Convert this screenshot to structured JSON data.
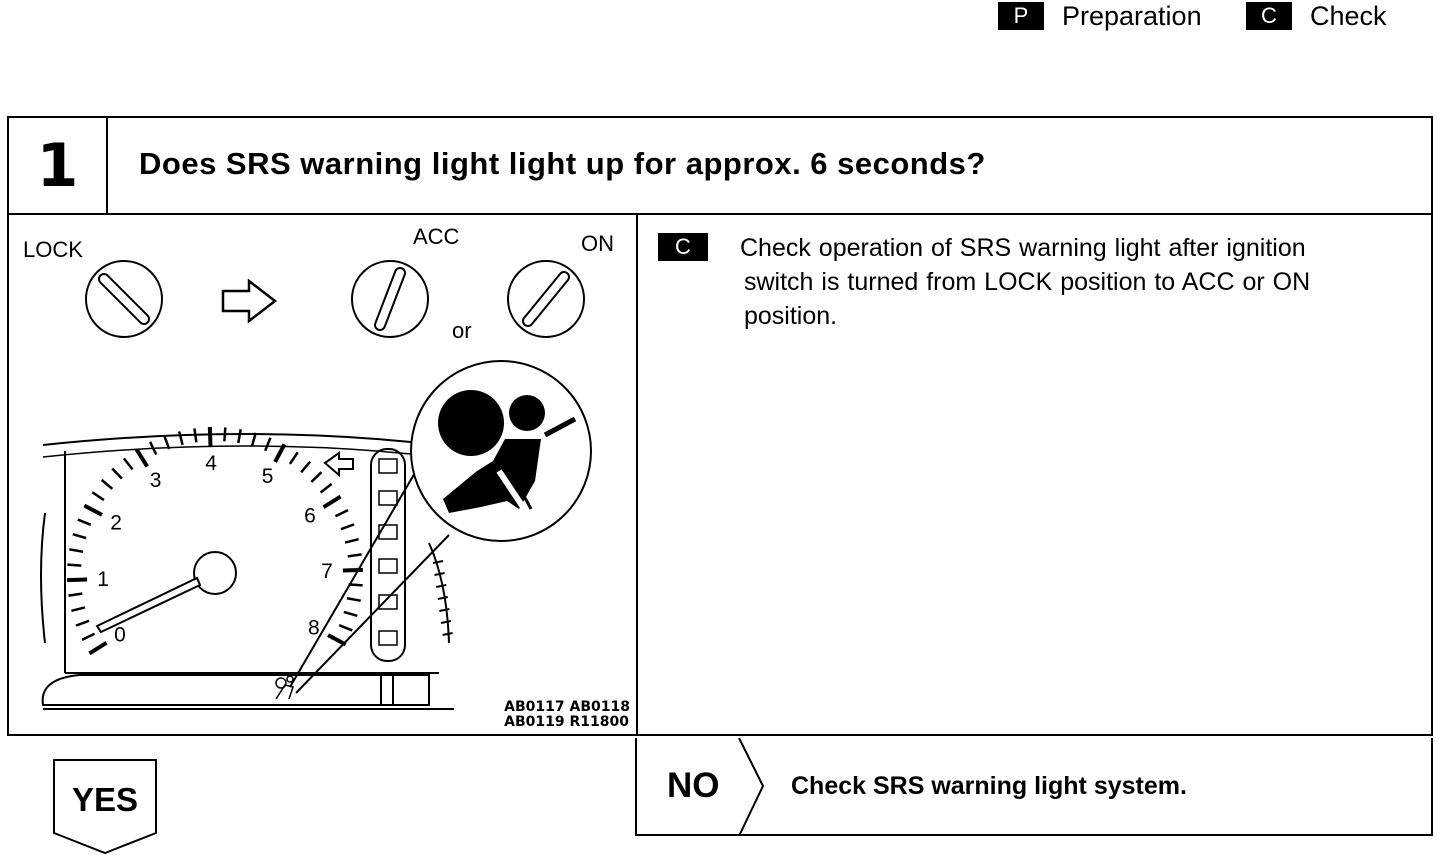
{
  "legend": {
    "preparation": {
      "key": "P",
      "label": "Preparation"
    },
    "check": {
      "key": "C",
      "label": "Check"
    }
  },
  "step": {
    "number": "1",
    "question": "Does SRS warning light light up for approx. 6 seconds?"
  },
  "figure": {
    "switch_labels": {
      "lock": "LOCK",
      "acc": "ACC",
      "on": "ON",
      "or": "or"
    },
    "tachometer_numbers": [
      "0",
      "1",
      "2",
      "3",
      "4",
      "5",
      "6",
      "7",
      "8"
    ],
    "reference_codes": [
      "AB0117 AB0118",
      "AB0119 R11800"
    ]
  },
  "check": {
    "key": "C",
    "lines": [
      "Check operation of SRS warning light after ignition",
      "switch is turned from LOCK position to ACC or ON",
      "position."
    ]
  },
  "yes": {
    "label": "YES"
  },
  "no": {
    "label": "NO",
    "action": "Check SRS warning light system."
  }
}
